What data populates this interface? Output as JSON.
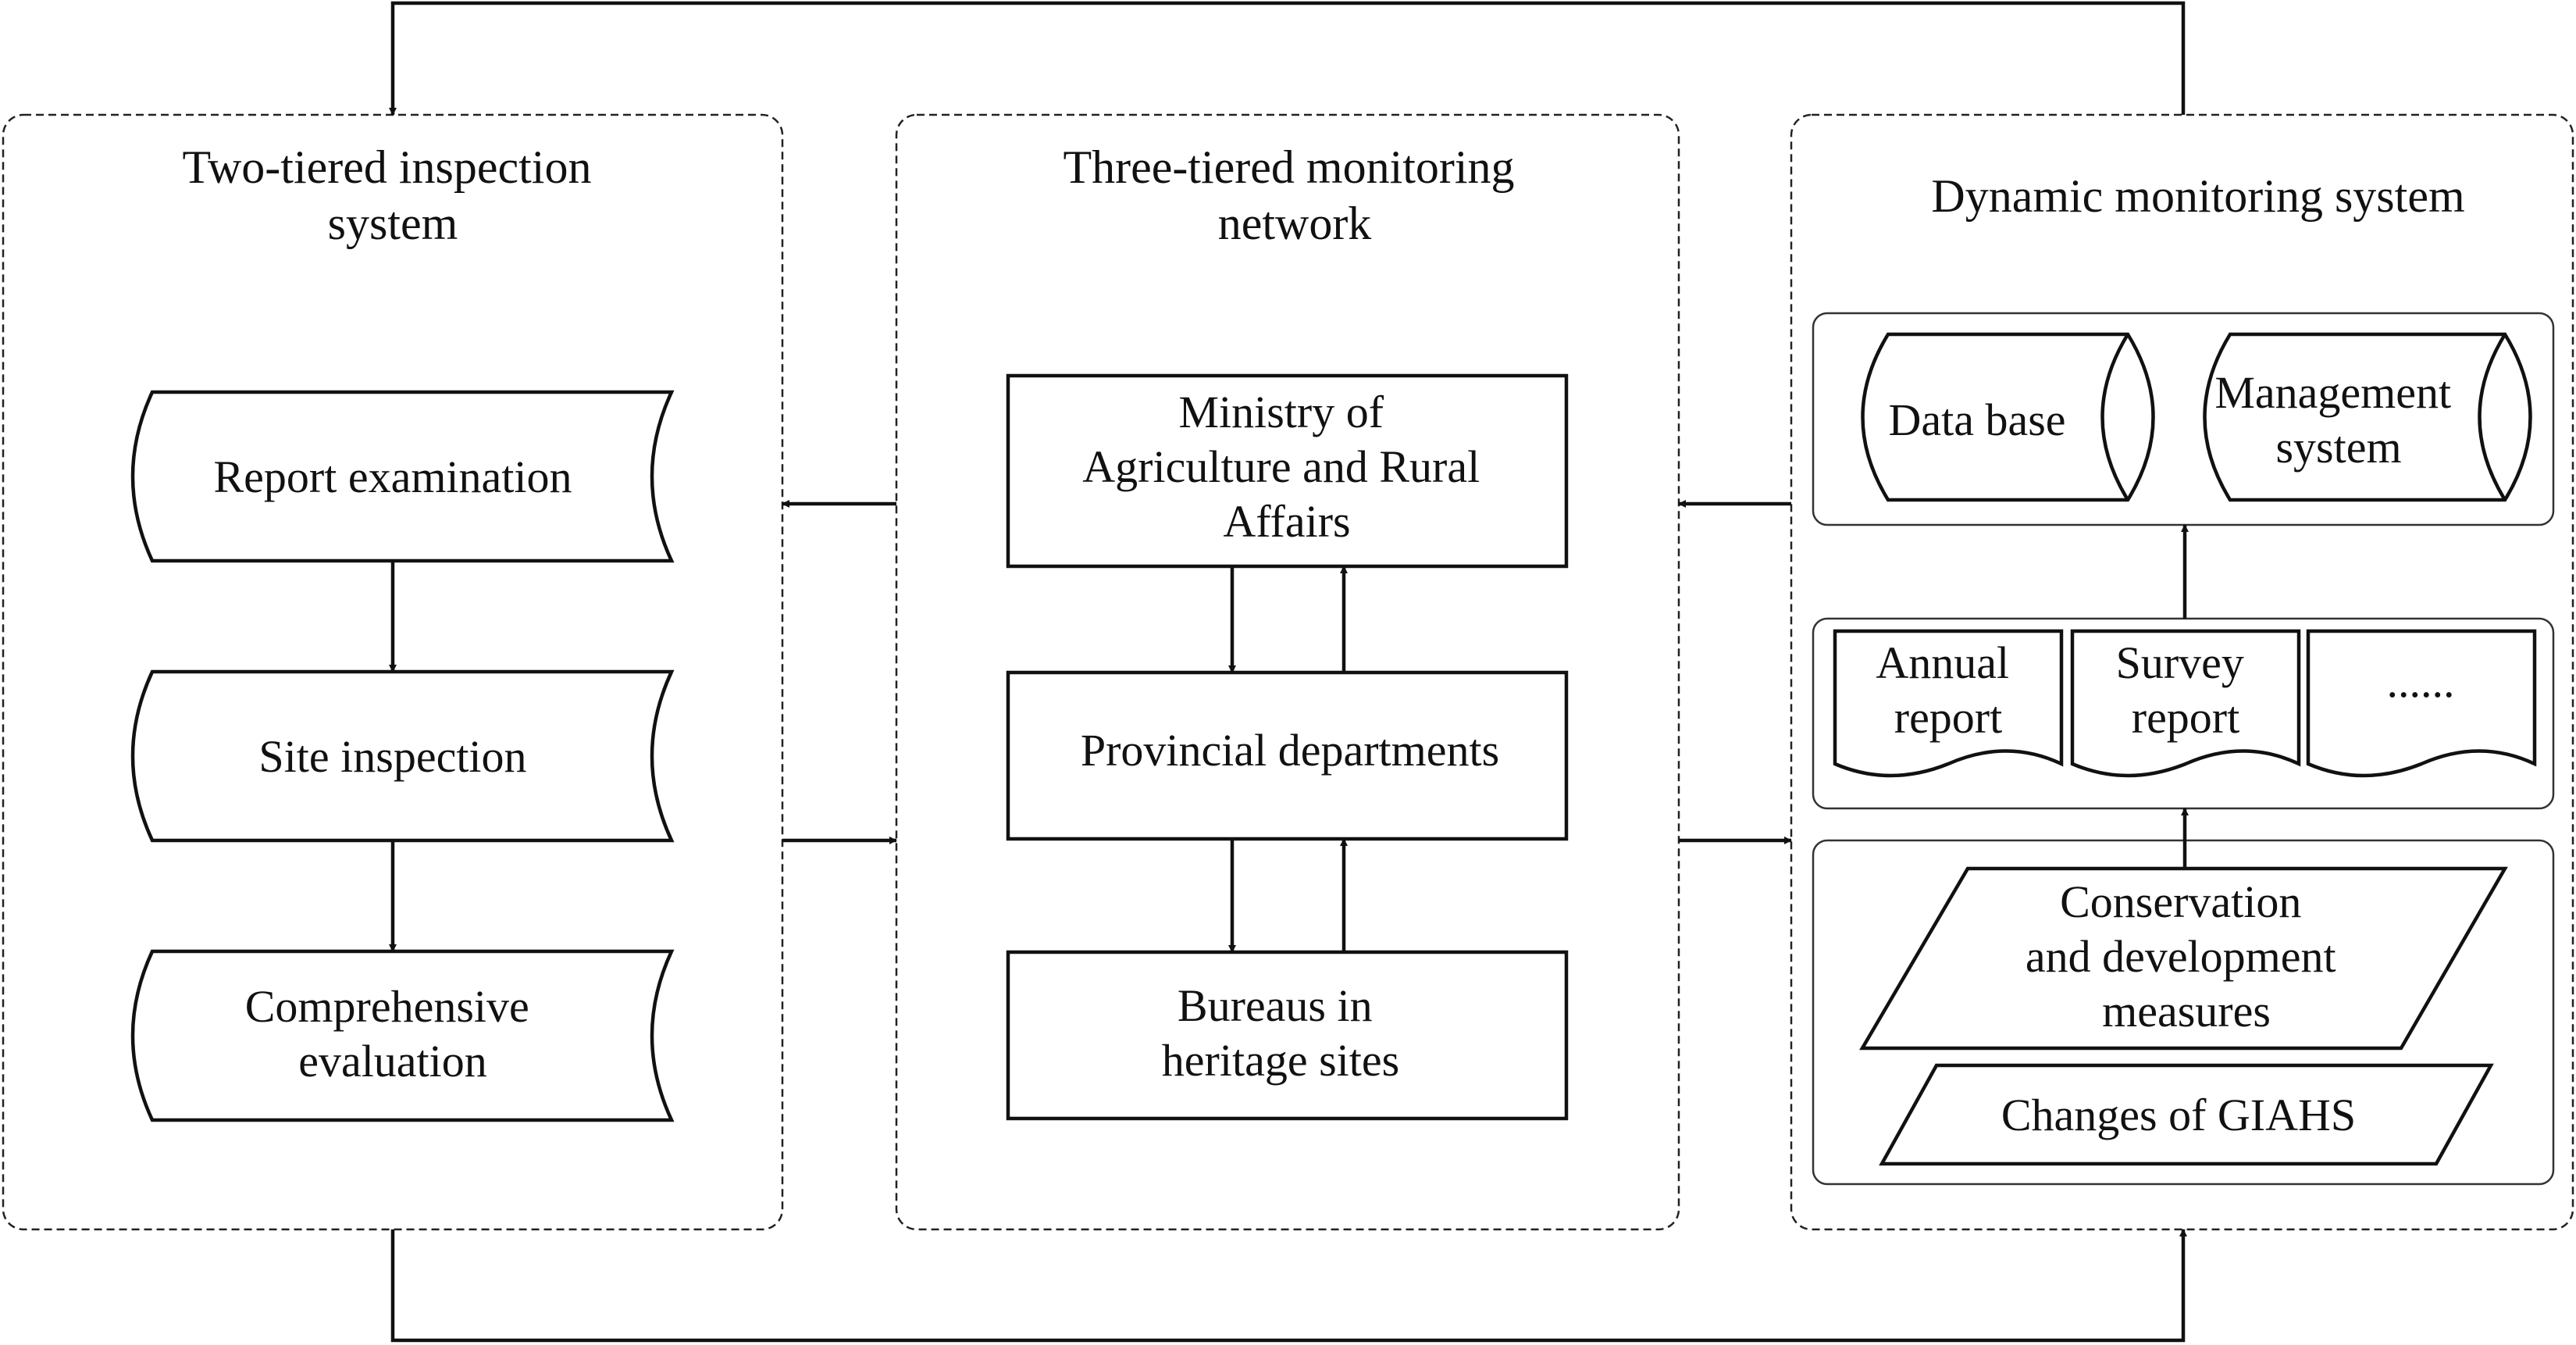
{
  "panels": {
    "inspection": {
      "title_lines": [
        "Two-tiered inspection",
        "system"
      ],
      "steps": [
        {
          "lines": [
            "Report examination"
          ]
        },
        {
          "lines": [
            "Site inspection"
          ]
        },
        {
          "lines": [
            "Comprehensive",
            "evaluation"
          ]
        }
      ]
    },
    "monitoring_network": {
      "title_lines": [
        "Three-tiered monitoring",
        "network"
      ],
      "levels": [
        {
          "lines": [
            "Ministry of",
            "Agriculture and Rural",
            "Affairs"
          ]
        },
        {
          "lines": [
            "Provincial departments"
          ]
        },
        {
          "lines": [
            "Bureaus in",
            "heritage sites"
          ]
        }
      ]
    },
    "dynamic_system": {
      "title_lines": [
        "Dynamic monitoring system"
      ],
      "storage": [
        {
          "lines": [
            "Data base"
          ]
        },
        {
          "lines": [
            "Management",
            "system"
          ]
        }
      ],
      "reports": [
        {
          "lines": [
            "Annual",
            "report"
          ]
        },
        {
          "lines": [
            "Survey",
            "report"
          ]
        },
        {
          "lines": [
            "......"
          ]
        }
      ],
      "inputs": [
        {
          "lines": [
            "Conservation",
            "and development",
            "measures"
          ]
        },
        {
          "lines": [
            "Changes of GIAHS"
          ]
        }
      ]
    }
  }
}
